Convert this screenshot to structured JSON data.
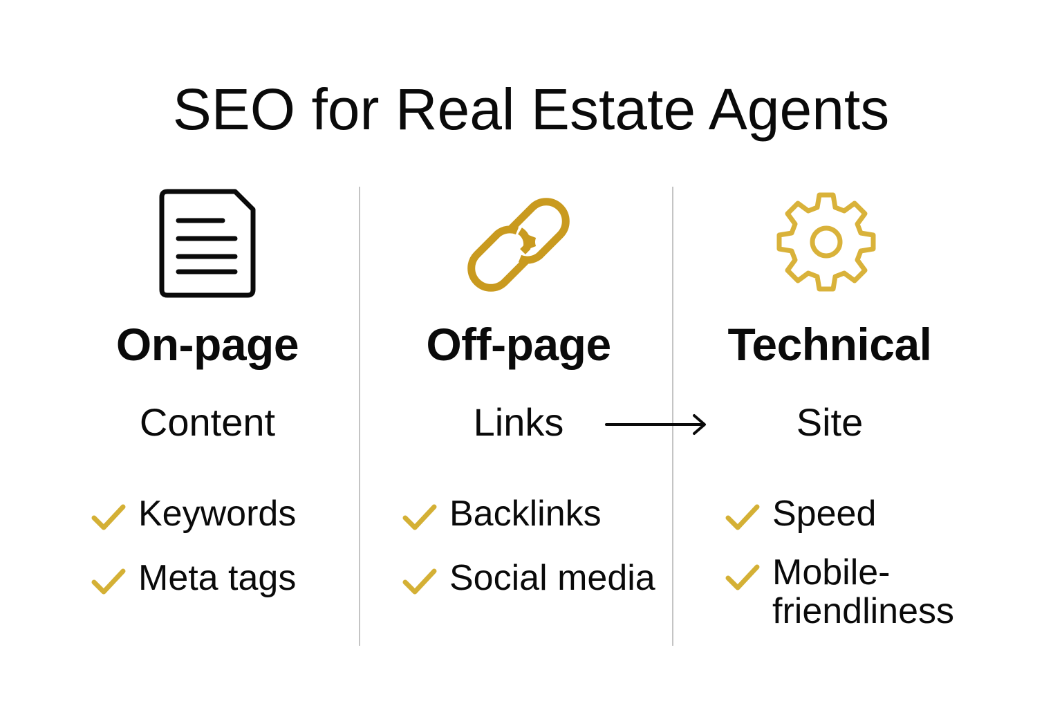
{
  "title": "SEO for Real Estate Agents",
  "colors": {
    "text": "#0a0a0a",
    "gold_link": "#C99A1F",
    "gold_gear": "#D9B23A",
    "gold_check": "#D4B035",
    "divider": "#C4C4C4"
  },
  "columns": [
    {
      "icon": "document-icon",
      "heading": "On-page",
      "subheading": "Content",
      "items": [
        "Keywords",
        "Meta tags"
      ]
    },
    {
      "icon": "link-icon",
      "heading": "Off-page",
      "subheading": "Links",
      "items": [
        "Backlinks",
        "Social media"
      ]
    },
    {
      "icon": "gear-icon",
      "heading": "Technical",
      "subheading": "Site",
      "items": [
        "Speed",
        "Mobile-\nfriendliness"
      ]
    }
  ],
  "connector": {
    "from": "Links",
    "to": "Site",
    "icon": "arrow-right-icon"
  }
}
